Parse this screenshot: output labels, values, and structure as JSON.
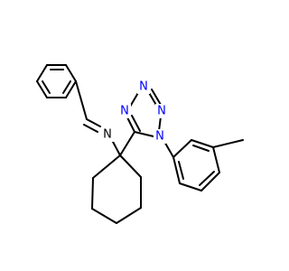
{
  "molecule": {
    "atom_labels": {
      "imine_n": "N",
      "tetrazole_n1": "N",
      "tetrazole_n2": "N",
      "tetrazole_n3": "N",
      "tetrazole_n4": "N"
    },
    "colors": {
      "bond": "#000000",
      "nitrogen": "#0000ff",
      "background": "#ffffff"
    }
  }
}
